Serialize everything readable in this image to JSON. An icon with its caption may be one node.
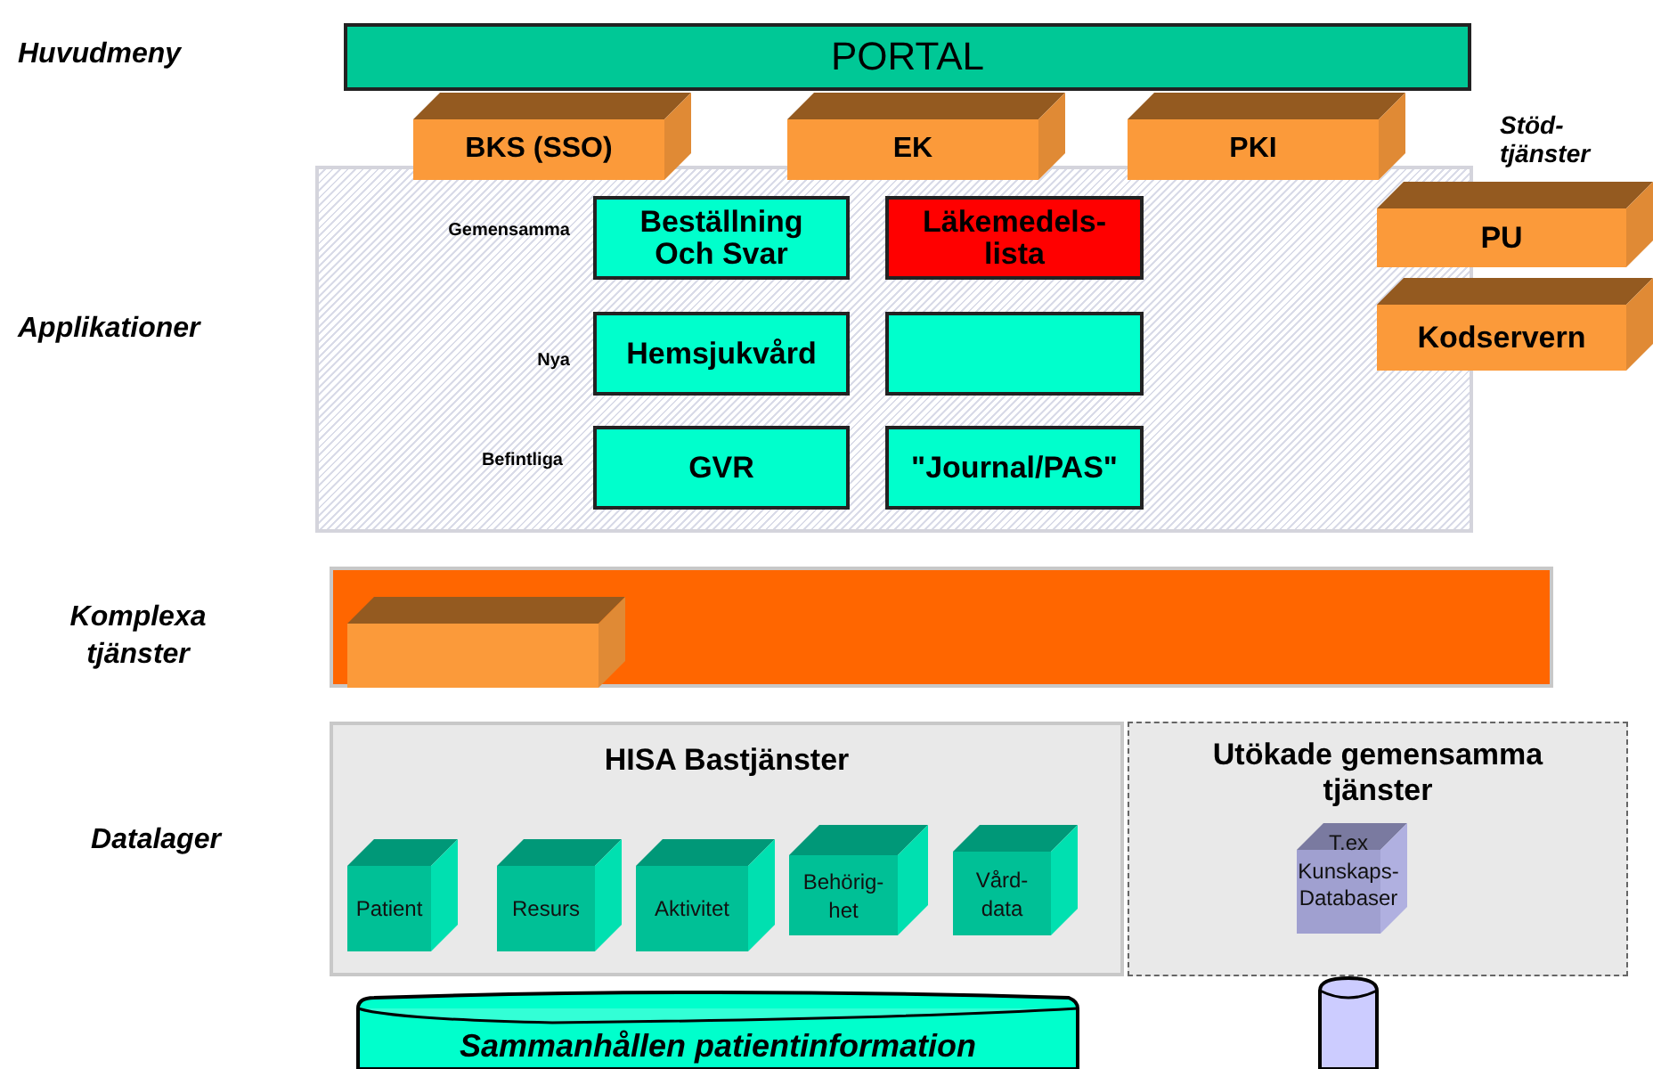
{
  "diagram": {
    "nodes": [
      {
        "text": [
          "PORTAL"
        ]
      },
      {
        "text": [
          "BKS (SSO)"
        ]
      },
      {
        "text": [
          "EK"
        ]
      },
      {
        "text": [
          "PKI"
        ]
      },
      {
        "text": [],
        "shape": "box"
      },
      {
        "text": [
          "Beställning Och Svar"
        ],
        "in": 4
      },
      {
        "text": [
          "Läkemedels- lista"
        ],
        "in": 4
      },
      {
        "text": [
          "Hemsjukvård"
        ],
        "in": 4
      },
      {
        "text": [],
        "shape": "box",
        "in": 4
      },
      {
        "text": [
          "GVR"
        ],
        "in": 4
      },
      {
        "text": [
          "\"Journal/PAS\""
        ],
        "in": 4
      },
      {
        "text": [
          "PU"
        ]
      },
      {
        "text": [
          "Kodservern"
        ]
      },
      {
        "text": [],
        "shape": "bar"
      },
      {
        "text": [],
        "shape": "box",
        "in": 13
      },
      {
        "text": [
          "HISA Bastjänster"
        ]
      },
      {
        "text": [
          "Patient"
        ],
        "in": 15
      },
      {
        "text": [
          "Resurs"
        ],
        "in": 15
      },
      {
        "text": [
          "Aktivitet"
        ],
        "in": 15
      },
      {
        "text": [
          "Behörig- het"
        ],
        "in": 15
      },
      {
        "text": [
          "Vård- data"
        ],
        "in": 15
      },
      {
        "text": [
          "Utökade gemensamma tjänster"
        ]
      },
      {
        "text": [
          "T.ex Kunskaps- Databaser"
        ],
        "in": 21
      },
      {
        "text": [
          "Sammanhållen patientinformation"
        ]
      },
      {
        "text": [],
        "shape": "cylinder"
      }
    ],
    "edges": [],
    "labels": [
      "Huvudmeny",
      "Stöd- tjänster",
      "Gemensamma",
      "Applikationer",
      "Nya",
      "Befintliga",
      "Komplexa tjänster",
      "Datalager"
    ]
  }
}
